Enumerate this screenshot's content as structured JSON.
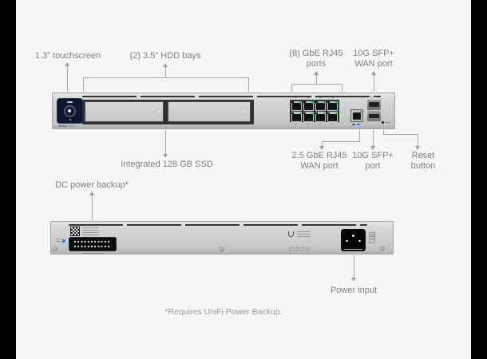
{
  "front": {
    "callouts": {
      "touchscreen": "1.3\" touchscreen",
      "hdd_bays": "(2) 3.5\" HDD bays",
      "gbe_line1": "(8) GbE RJ45",
      "gbe_line2": "ports",
      "sfp_wan_line1": "10G SFP+",
      "sfp_wan_line2": "WAN port",
      "ssd": "Integrated 128 GB SSD",
      "wan_line1": "2.5 GbE RJ45",
      "wan_line2": "WAN port",
      "sfp_line1": "10G SFP+",
      "sfp_line2": "port",
      "reset_line1": "Reset",
      "reset_line2": "button"
    }
  },
  "back": {
    "callouts": {
      "dc_backup": "DC power backup*",
      "power_input": "Power input"
    }
  },
  "footer_note": "*Requires UniFi Power Backup.",
  "colors": {
    "background": "#f6f6f7",
    "pillarbox": "#000000",
    "label_text": "#7f8082",
    "footnote_text": "#939aa0",
    "callout_line": "#a6a6a8",
    "chassis_gray": "#ced0d2",
    "screen_navy": "#0e1630",
    "led_green": "#3fd05a",
    "accent_blue": "#2e7bd6"
  }
}
